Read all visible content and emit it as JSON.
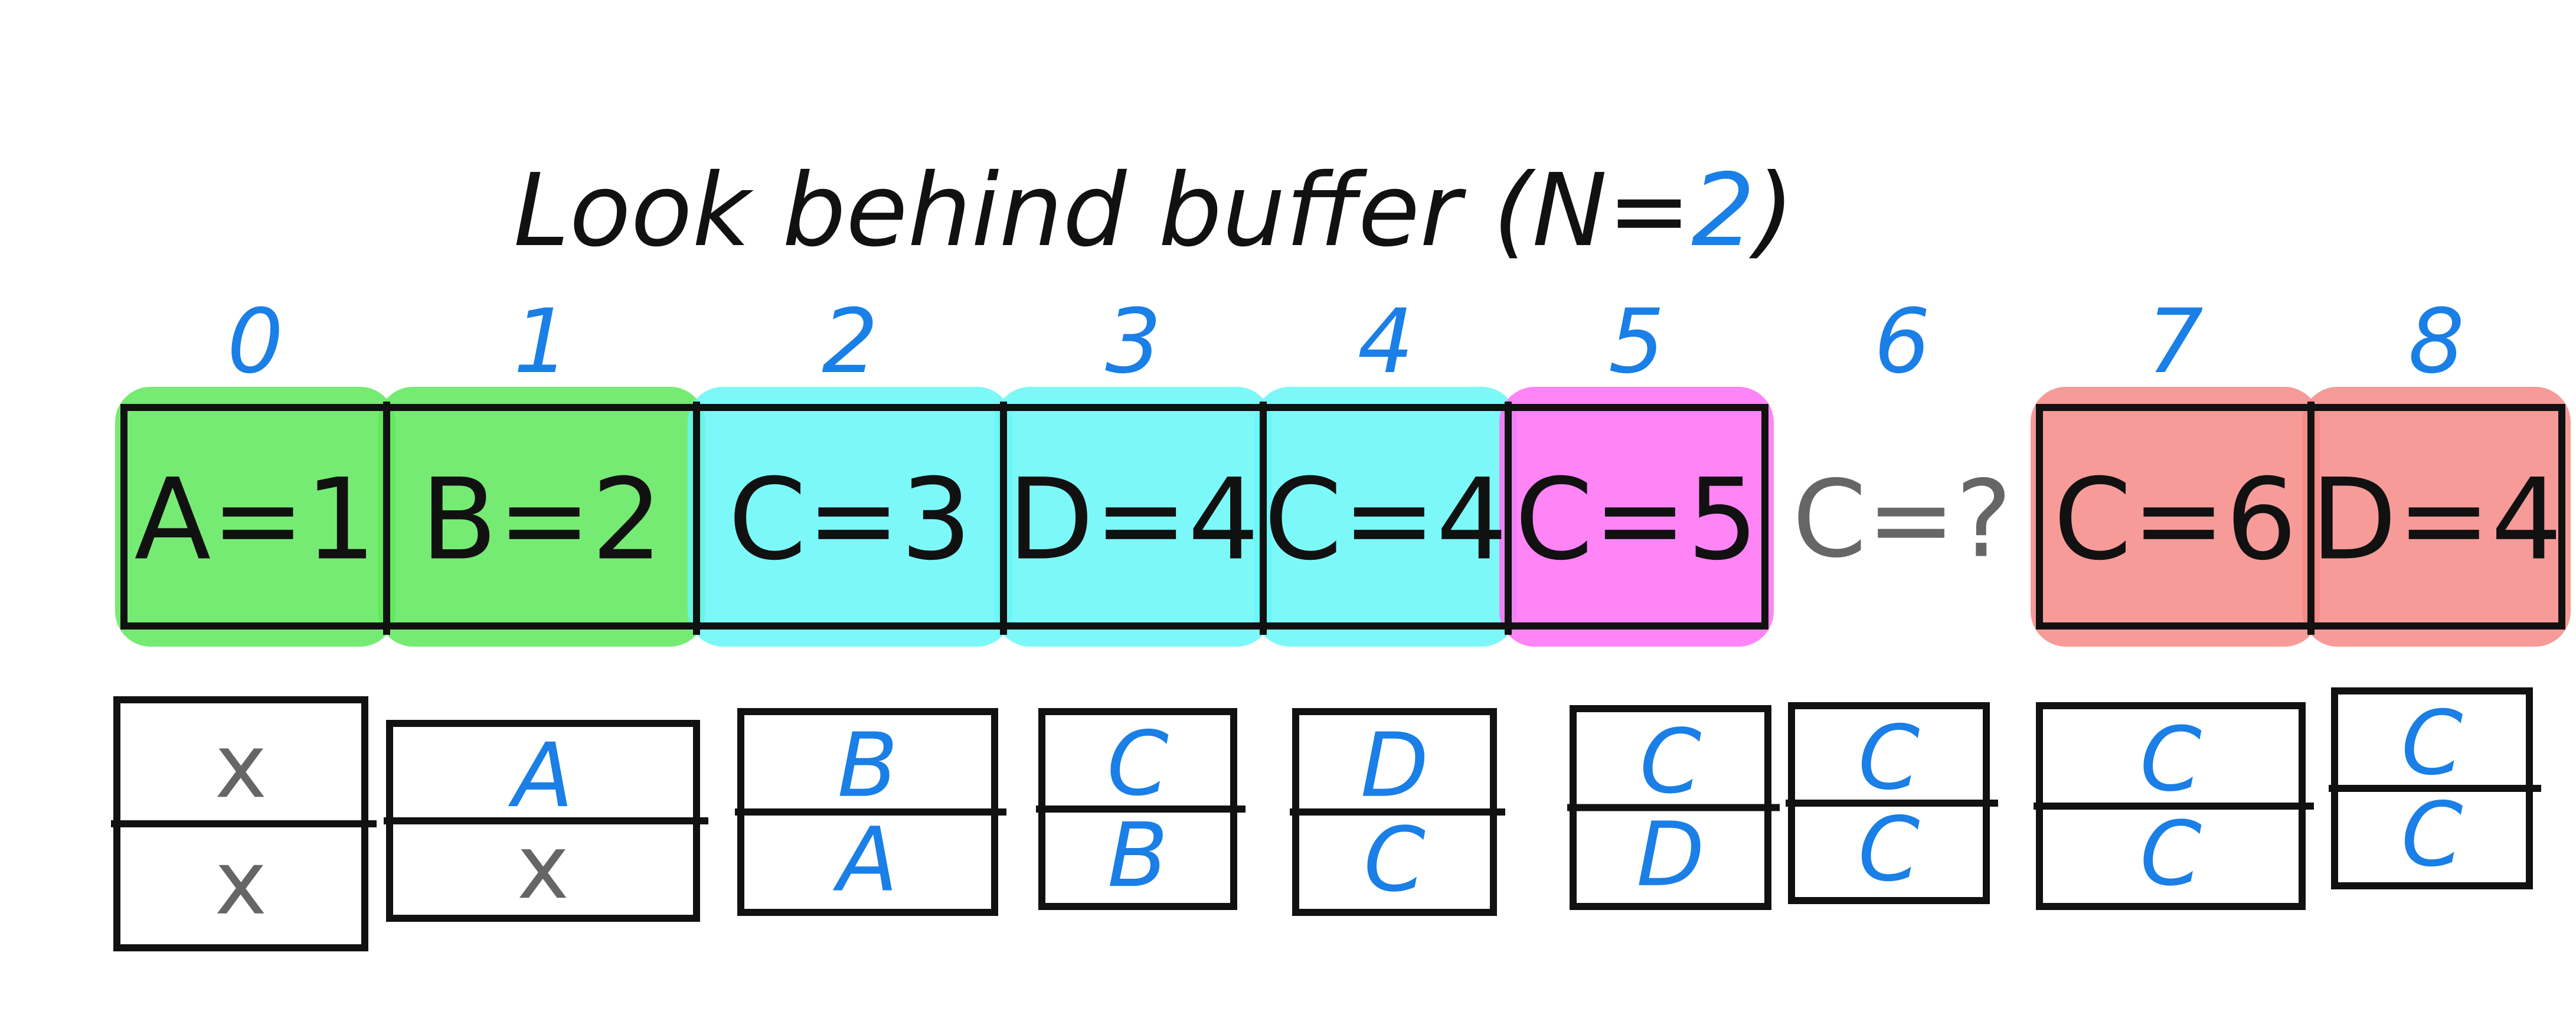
{
  "title": {
    "prefix": "Look behind buffer (N=",
    "n_value": "2",
    "suffix": ")"
  },
  "colors": {
    "ink": "#111111",
    "accent_blue": "#1a7fe6",
    "pending_gray": "#666666",
    "green": "#5ee85a",
    "cyan": "#66f7f7",
    "magenta": "#ff6ef5",
    "red": "#f58a86"
  },
  "stream": [
    {
      "index": "0",
      "label": "A=1",
      "highlight": "green"
    },
    {
      "index": "1",
      "label": "B=2",
      "highlight": "green"
    },
    {
      "index": "2",
      "label": "C=3",
      "highlight": "cyan"
    },
    {
      "index": "3",
      "label": "D=4",
      "highlight": "cyan"
    },
    {
      "index": "4",
      "label": "C=4",
      "highlight": "cyan"
    },
    {
      "index": "5",
      "label": "C=5",
      "highlight": "magenta"
    },
    {
      "index": "6",
      "label": "C=?",
      "highlight": "none"
    },
    {
      "index": "7",
      "label": "C=6",
      "highlight": "red"
    },
    {
      "index": "8",
      "label": "D=4",
      "highlight": "red"
    }
  ],
  "buffers": [
    {
      "top": "x",
      "bottom": "x"
    },
    {
      "top": "A",
      "bottom": "x"
    },
    {
      "top": "B",
      "bottom": "A"
    },
    {
      "top": "C",
      "bottom": "B"
    },
    {
      "top": "D",
      "bottom": "C"
    },
    {
      "top": "C",
      "bottom": "D"
    },
    {
      "top": "C",
      "bottom": "C"
    },
    {
      "top": "C",
      "bottom": "C"
    },
    {
      "top": "C",
      "bottom": "C"
    }
  ]
}
